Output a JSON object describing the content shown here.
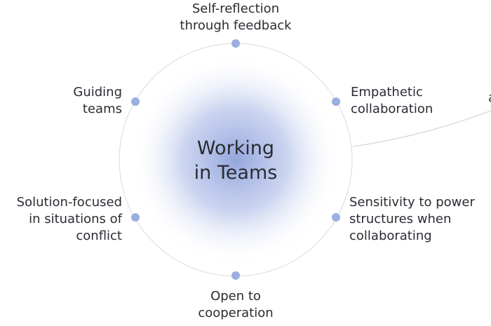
{
  "center": {
    "line1": "Working",
    "line2": "in Teams"
  },
  "nodes": [
    {
      "line1": "Self-reflection",
      "line2": "through feedback"
    },
    {
      "line1": "Empathetic",
      "line2": "collaboration"
    },
    {
      "line1": "Sensitivity to power",
      "line2": "structures when",
      "line3": "collaborating"
    },
    {
      "line1": "Open to",
      "line2": "cooperation"
    },
    {
      "line1": "Solution-focused",
      "line2": "in situations of",
      "line3": "conflict"
    },
    {
      "line1": "Guiding",
      "line2": "teams"
    }
  ],
  "offscreen_partial": "a",
  "colors": {
    "dot": "#9aaee0",
    "glow": "#8ea2db",
    "ring": "#dddddd"
  }
}
